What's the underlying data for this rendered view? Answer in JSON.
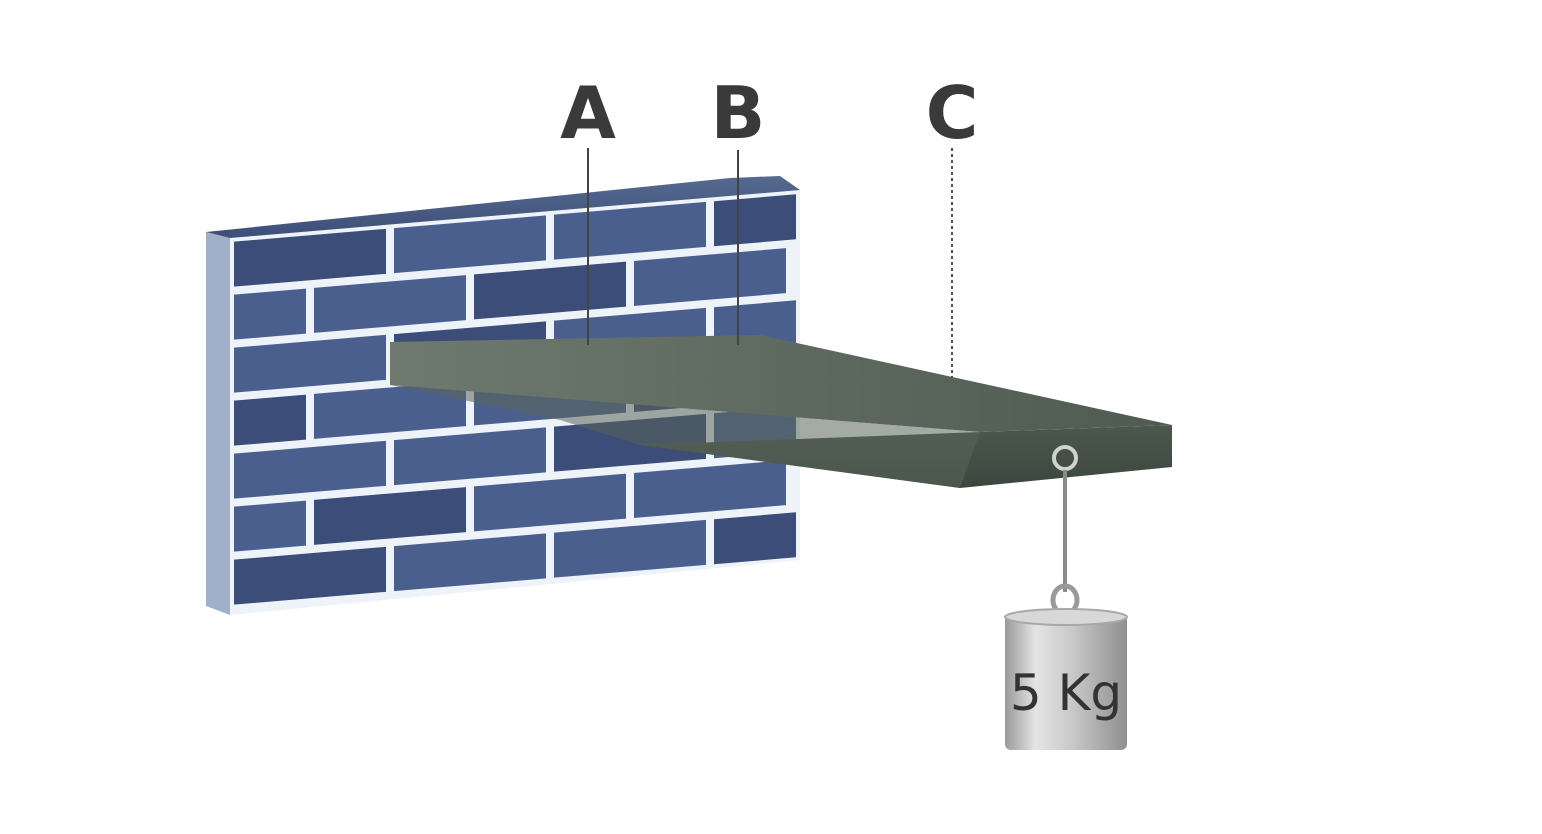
{
  "diagram": {
    "labels": {
      "a": "A",
      "b": "B",
      "c": "C"
    },
    "weight_label": "5 Kg"
  },
  "colors": {
    "brick": "#4a5f8e",
    "brick_dark": "#3b4d78",
    "mortar": "#f2f6fb",
    "beam_top": "#5d6a5f",
    "beam_front": "#4a564c",
    "weight_metal": "#bdbdbd"
  }
}
